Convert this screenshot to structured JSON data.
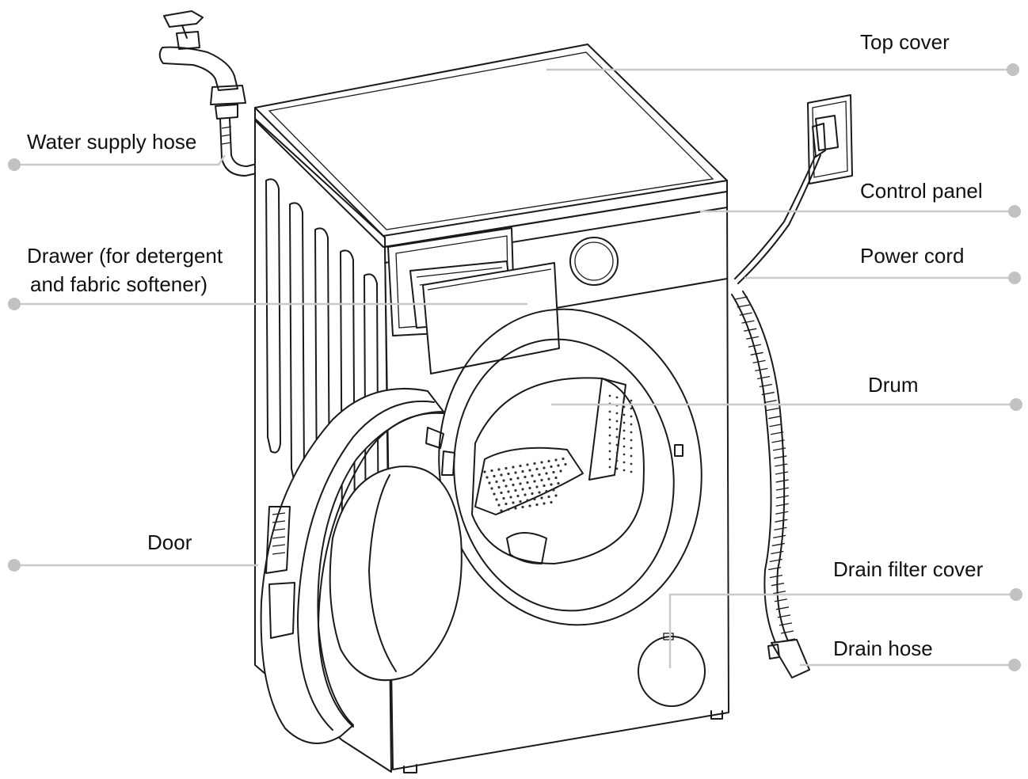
{
  "labels": {
    "top_cover": "Top cover",
    "water_supply_hose": "Water supply hose",
    "control_panel": "Control panel",
    "drawer_line1": "Drawer (for detergent",
    "drawer_line2": "and fabric softener)",
    "power_cord": "Power cord",
    "drum": "Drum",
    "door": "Door",
    "drain_filter_cover": "Drain filter cover",
    "drain_hose": "Drain hose"
  },
  "colors": {
    "outline": "#1a1a1a",
    "leader_line": "#c9c9c9",
    "leader_dot": "#c2c2c2",
    "background": "#ffffff"
  }
}
